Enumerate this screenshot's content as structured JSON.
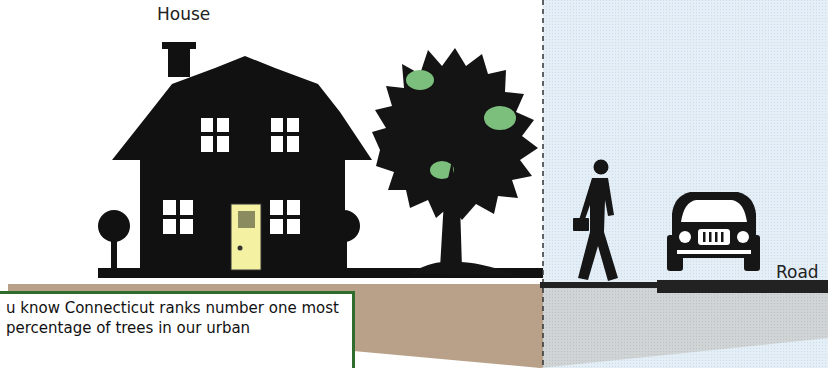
{
  "diagram": {
    "nodes": [
      {
        "text": [
          "u know Connecticut ranks number one most percentage of trees in our urban"
        ]
      }
    ],
    "labels": [
      "House",
      "Road"
    ]
  }
}
